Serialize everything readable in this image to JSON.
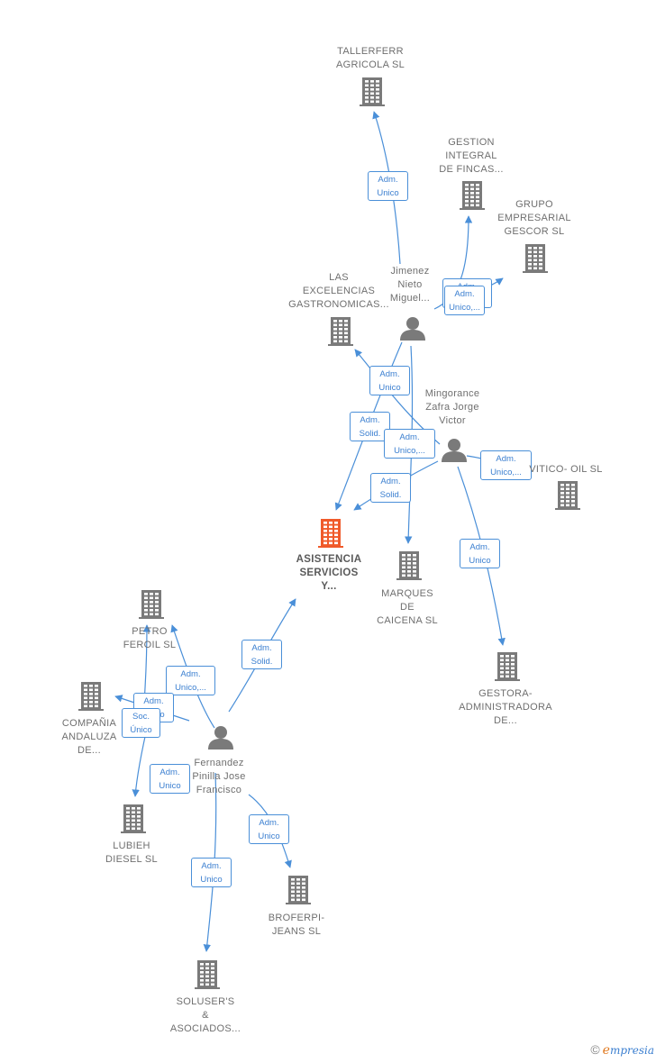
{
  "colors": {
    "edge": "#4a8fd8",
    "node": "#7a7a7a",
    "highlight": "#f05a2a"
  },
  "nodes": [
    {
      "id": "tallerferr",
      "type": "company",
      "label": "TALLERFERR\nAGRICOLA  SL"
    },
    {
      "id": "gestion",
      "type": "company",
      "label": "GESTION\nINTEGRAL\nDE FINCAS..."
    },
    {
      "id": "grupo",
      "type": "company",
      "label": "GRUPO\nEMPRESARIAL\nGESCOR  SL"
    },
    {
      "id": "excelencias",
      "type": "company",
      "label": "LAS\nEXCELENCIAS\nGASTRONOMICAS..."
    },
    {
      "id": "jimenez",
      "type": "person",
      "label": "Jimenez\nNieto\nMiguel..."
    },
    {
      "id": "mingorance",
      "type": "person",
      "label": "Mingorance\nZafra Jorge\nVictor"
    },
    {
      "id": "vitico",
      "type": "company",
      "label": "VITICO- OIL  SL"
    },
    {
      "id": "asistencia",
      "type": "company",
      "main": true,
      "label": "ASISTENCIA\nSERVICIOS\nY..."
    },
    {
      "id": "marques",
      "type": "company",
      "label": "MARQUES\nDE\nCAICENA  SL"
    },
    {
      "id": "gestora",
      "type": "company",
      "label": "GESTORA-\nADMINISTRADORA\nDE..."
    },
    {
      "id": "petro",
      "type": "company",
      "label": "PETRO\nFEROIL  SL"
    },
    {
      "id": "compania",
      "type": "company",
      "label": "COMPAÑIA\nANDALUZA\nDE..."
    },
    {
      "id": "fernandez",
      "type": "person",
      "label": "Fernandez\nPinilla Jose\nFrancisco"
    },
    {
      "id": "lubieh",
      "type": "company",
      "label": "LUBIEH\nDIESEL  SL"
    },
    {
      "id": "broferpi",
      "type": "company",
      "label": "BROFERPI-\nJEANS SL"
    },
    {
      "id": "soluser",
      "type": "company",
      "label": "SOLUSER'S\n&\nASOCIADOS..."
    }
  ],
  "edges": [
    {
      "id": "e-jim-taller",
      "from": "jimenez",
      "to": "tallerferr",
      "label": "Adm.\nUnico"
    },
    {
      "id": "e-jim-gestion",
      "from": "jimenez",
      "to": "gestion",
      "label": "Adm.\nUnico,..."
    },
    {
      "id": "e-jim-grupo",
      "from": "jimenez",
      "to": "grupo",
      "label": "Adm.\nUnico,..."
    },
    {
      "id": "e-min-excel",
      "from": "mingorance",
      "to": "excelencias",
      "label": "Adm.\nUnico"
    },
    {
      "id": "e-jim-asist",
      "from": "jimenez",
      "to": "asistencia",
      "label": "Adm.\nSolid."
    },
    {
      "id": "e-min-marques",
      "from": "mingorance",
      "to": "marques",
      "label": "Adm.\nUnico,..."
    },
    {
      "id": "e-min-asist",
      "from": "mingorance",
      "to": "asistencia",
      "label": "Adm.\nSolid."
    },
    {
      "id": "e-min-vitico",
      "from": "mingorance",
      "to": "vitico",
      "label": "Adm.\nUnico,..."
    },
    {
      "id": "e-min-gestora",
      "from": "mingorance",
      "to": "gestora",
      "label": "Adm.\nUnico"
    },
    {
      "id": "e-fer-asist",
      "from": "fernandez",
      "to": "asistencia",
      "label": "Adm.\nSolid."
    },
    {
      "id": "e-fer-petro",
      "from": "fernandez",
      "to": "petro",
      "label": "Adm.\nUnico,..."
    },
    {
      "id": "e-fer-compania",
      "from": "fernandez",
      "to": "compania",
      "label": "Adm.\nUnico"
    },
    {
      "id": "e-fer-compania2",
      "from": "fernandez",
      "to": "compania",
      "label": "Soc.\nÚnico"
    },
    {
      "id": "e-fer-lubieh",
      "from": "fernandez",
      "to": "lubieh",
      "label": "Adm.\nUnico"
    },
    {
      "id": "e-fer-broferpi",
      "from": "fernandez",
      "to": "broferpi",
      "label": "Adm.\nUnico"
    },
    {
      "id": "e-fer-soluser",
      "from": "fernandez",
      "to": "soluser",
      "label": "Adm.\nUnico"
    }
  ],
  "footer": {
    "copyright": "©",
    "brand_e": "e",
    "brand_rest": "mpresia"
  }
}
